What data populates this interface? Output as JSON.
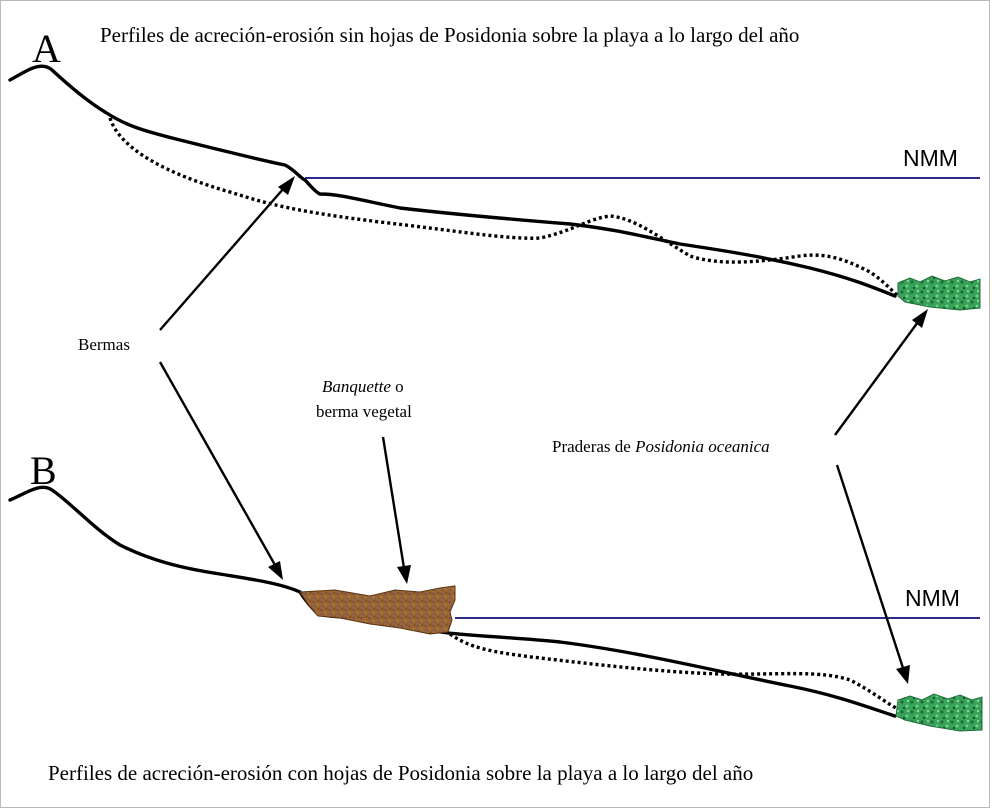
{
  "panel_a": {
    "letter": "A",
    "title": "Perfiles de acreción-erosión sin hojas de Posidonia sobre la playa a lo largo del año",
    "sea_level_label": "NMM"
  },
  "panel_b": {
    "letter": "B",
    "title": "Perfiles de acreción-erosión con hojas de Posidonia sobre la playa a lo largo del año",
    "sea_level_label": "NMM"
  },
  "labels": {
    "berms": "Bermas",
    "banquette_italic": "Banquette",
    "banquette_rest": " o",
    "banquette_line2": "berma vegetal",
    "meadows_prefix": "Praderas de ",
    "meadows_species": "Posidonia oceanica"
  },
  "colors": {
    "profile": "#000000",
    "sea_level": "#2b2b8c",
    "meadow": "#3aa35a",
    "banquette": "#8a5a2b"
  }
}
